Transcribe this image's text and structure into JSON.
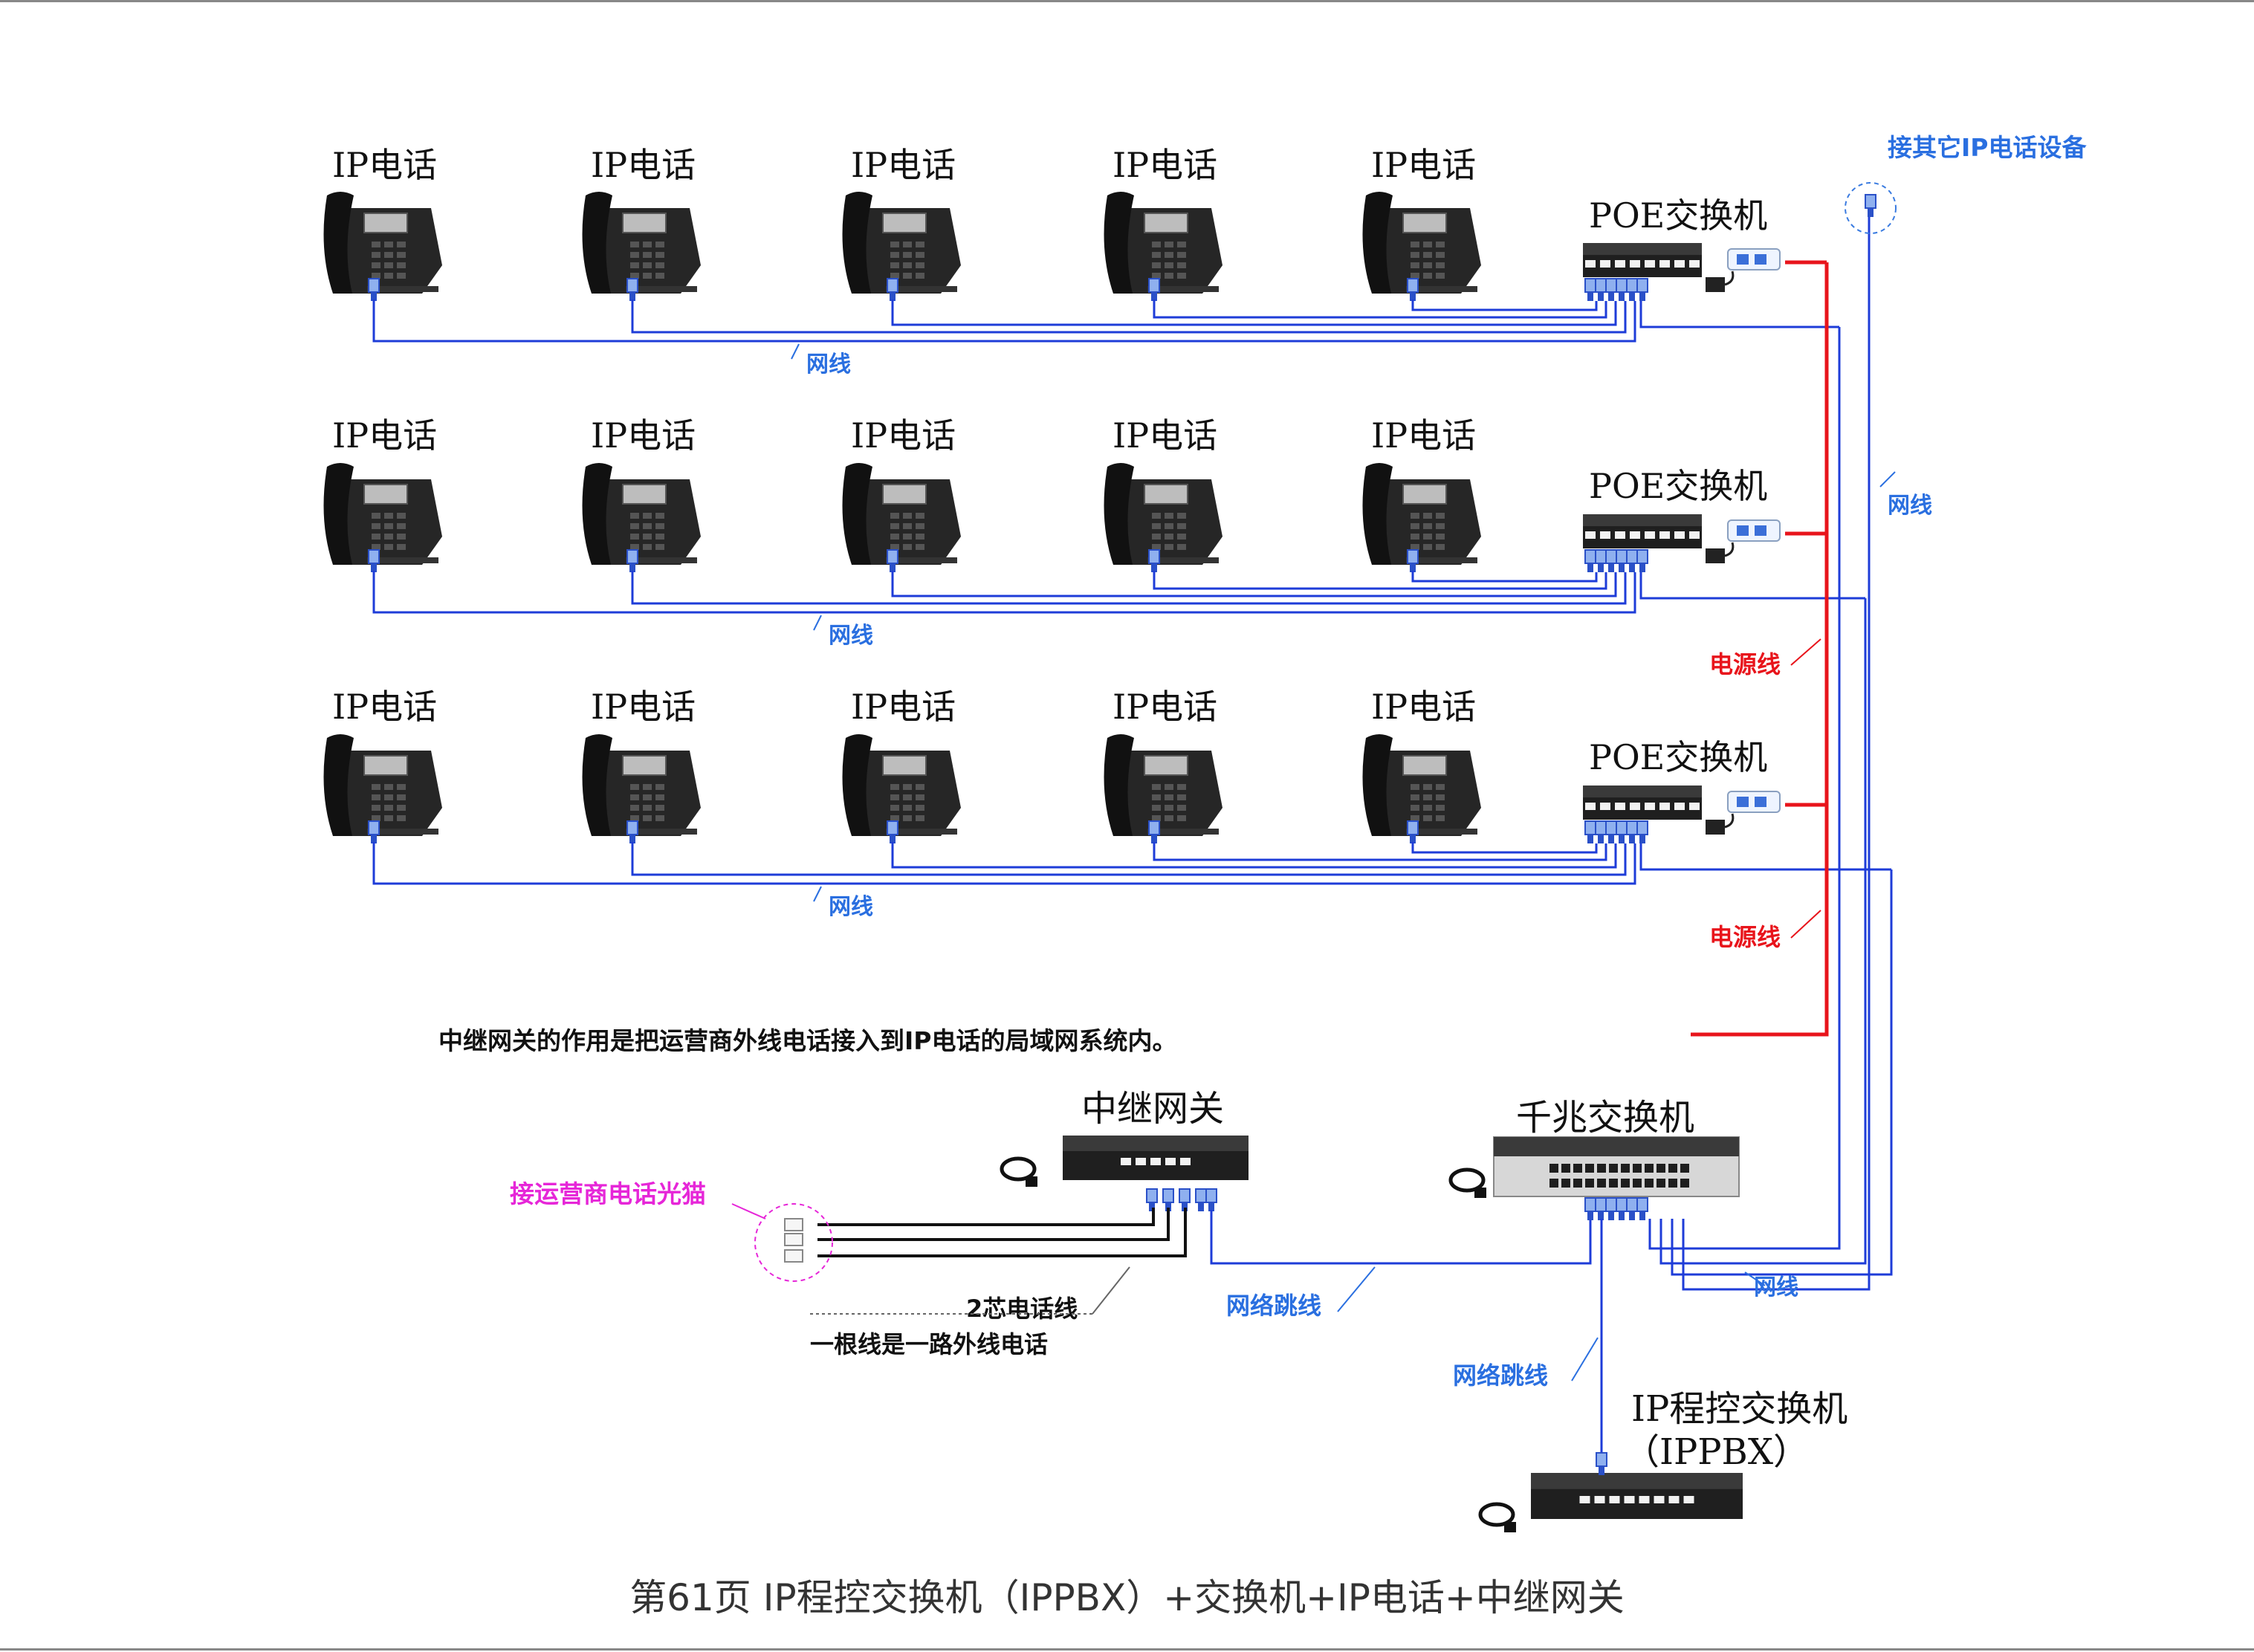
{
  "colors": {
    "network": "#1e3cd8",
    "network_label": "#2a6fe0",
    "power": "#e8141b",
    "carrier": "#e626d8",
    "phone_line": "#111111",
    "device_dark": "#1f1f1f"
  },
  "rows": [
    {
      "phones": [
        {
          "label": "IP电话"
        },
        {
          "label": "IP电话"
        },
        {
          "label": "IP电话"
        },
        {
          "label": "IP电话"
        },
        {
          "label": "IP电话"
        }
      ],
      "switch_label": "POE交换机",
      "cable_label": "网线"
    },
    {
      "phones": [
        {
          "label": "IP电话"
        },
        {
          "label": "IP电话"
        },
        {
          "label": "IP电话"
        },
        {
          "label": "IP电话"
        },
        {
          "label": "IP电话"
        }
      ],
      "switch_label": "POE交换机",
      "cable_label": "网线"
    },
    {
      "phones": [
        {
          "label": "IP电话"
        },
        {
          "label": "IP电话"
        },
        {
          "label": "IP电话"
        },
        {
          "label": "IP电话"
        },
        {
          "label": "IP电话"
        }
      ],
      "switch_label": "POE交换机",
      "cable_label": "网线"
    }
  ],
  "labels": {
    "other_ip_devices": "接其它IP电话设备",
    "trunk_cable": "网线",
    "power_line_1": "电源线",
    "power_line_2": "电源线",
    "gateway_note": "中继网关的作用是把运营商外线电话接入到IP电话的局域网系统内。",
    "gateway": "中继网关",
    "gigabit_switch": "千兆交换机",
    "carrier_modem": "接运营商电话光猫",
    "phone_line_1": "2芯电话线",
    "phone_line_2": "一根线是一路外线电话",
    "patch_cable_1": "网络跳线",
    "patch_cable_2": "网络跳线",
    "network_cable_bottom": "网线",
    "ippbx_1": "IP程控交换机",
    "ippbx_2": "（IPPBX）"
  },
  "footer": {
    "page_title": "第61页  IP程控交换机（IPPBX）+交换机+IP电话+中继网关"
  }
}
